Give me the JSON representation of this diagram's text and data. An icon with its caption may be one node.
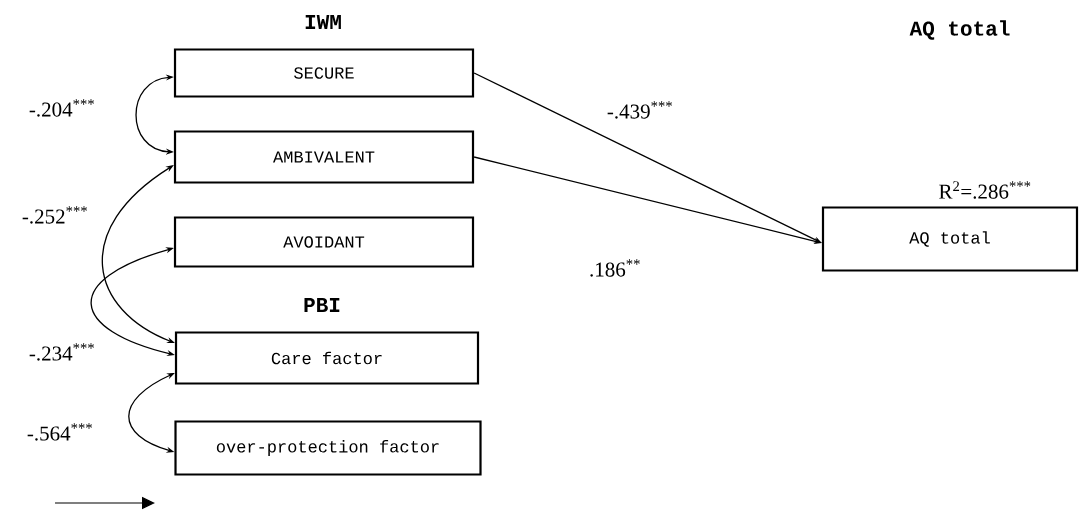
{
  "diagram": {
    "nodes": [
      {
        "text": [
          "SECURE"
        ]
      },
      {
        "text": [
          "AMBIVALENT"
        ]
      },
      {
        "text": [
          "AVOIDANT"
        ]
      },
      {
        "text": [
          "Care factor"
        ]
      },
      {
        "text": [
          "over-protection factor"
        ]
      },
      {
        "text": [
          "AQ total"
        ],
        "beside": [
          "R$^{2}$=.286$^{***}$"
        ]
      }
    ],
    "edges": [
      {
        "from": 0,
        "to": 1,
        "arrow": "both",
        "label": "-.204$^{***}$"
      },
      {
        "from": 1,
        "to": 3,
        "arrow": "both",
        "label": "-.252$^{***}$"
      },
      {
        "from": 2,
        "to": 3,
        "arrow": "both",
        "label": "-.234$^{***}$"
      },
      {
        "from": 3,
        "to": 4,
        "arrow": "both",
        "label": "-.564$^{***}$"
      },
      {
        "from": 0,
        "to": 5,
        "arrow": "to",
        "label": "-.439$^{***}$"
      },
      {
        "from": 1,
        "to": 5,
        "arrow": "to",
        "label": ".186$^{**}$"
      }
    ],
    "labels": [
      "IWM",
      "AQ total",
      "PBI"
    ]
  }
}
